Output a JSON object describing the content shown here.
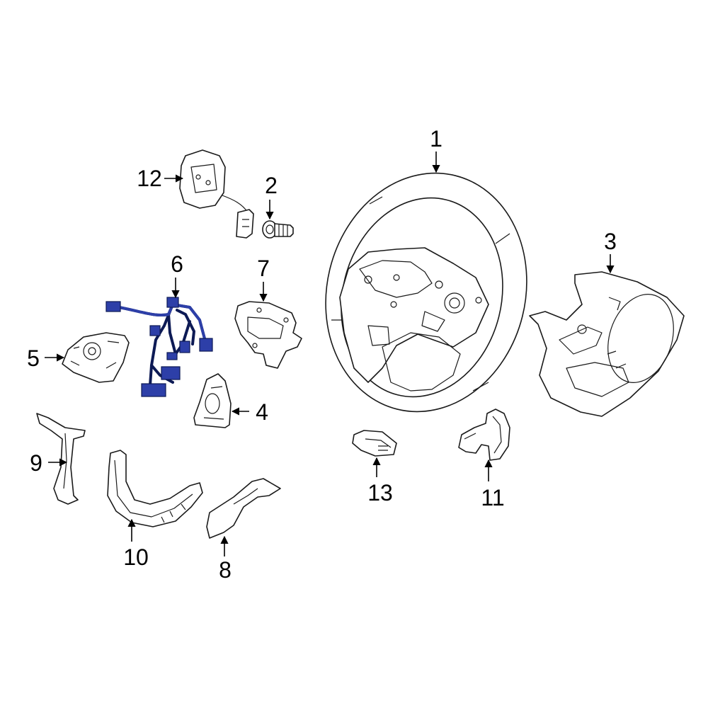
{
  "callouts": {
    "c1": "1",
    "c2": "2",
    "c3": "3",
    "c4": "4",
    "c5": "5",
    "c6": "6",
    "c7": "7",
    "c8": "8",
    "c9": "9",
    "c10": "10",
    "c11": "11",
    "c12": "12",
    "c13": "13"
  },
  "colors": {
    "line": "#1a1a1a",
    "highlight": "#2d3fa8",
    "highlight_dark": "#0d1a55",
    "background": "#ffffff"
  }
}
